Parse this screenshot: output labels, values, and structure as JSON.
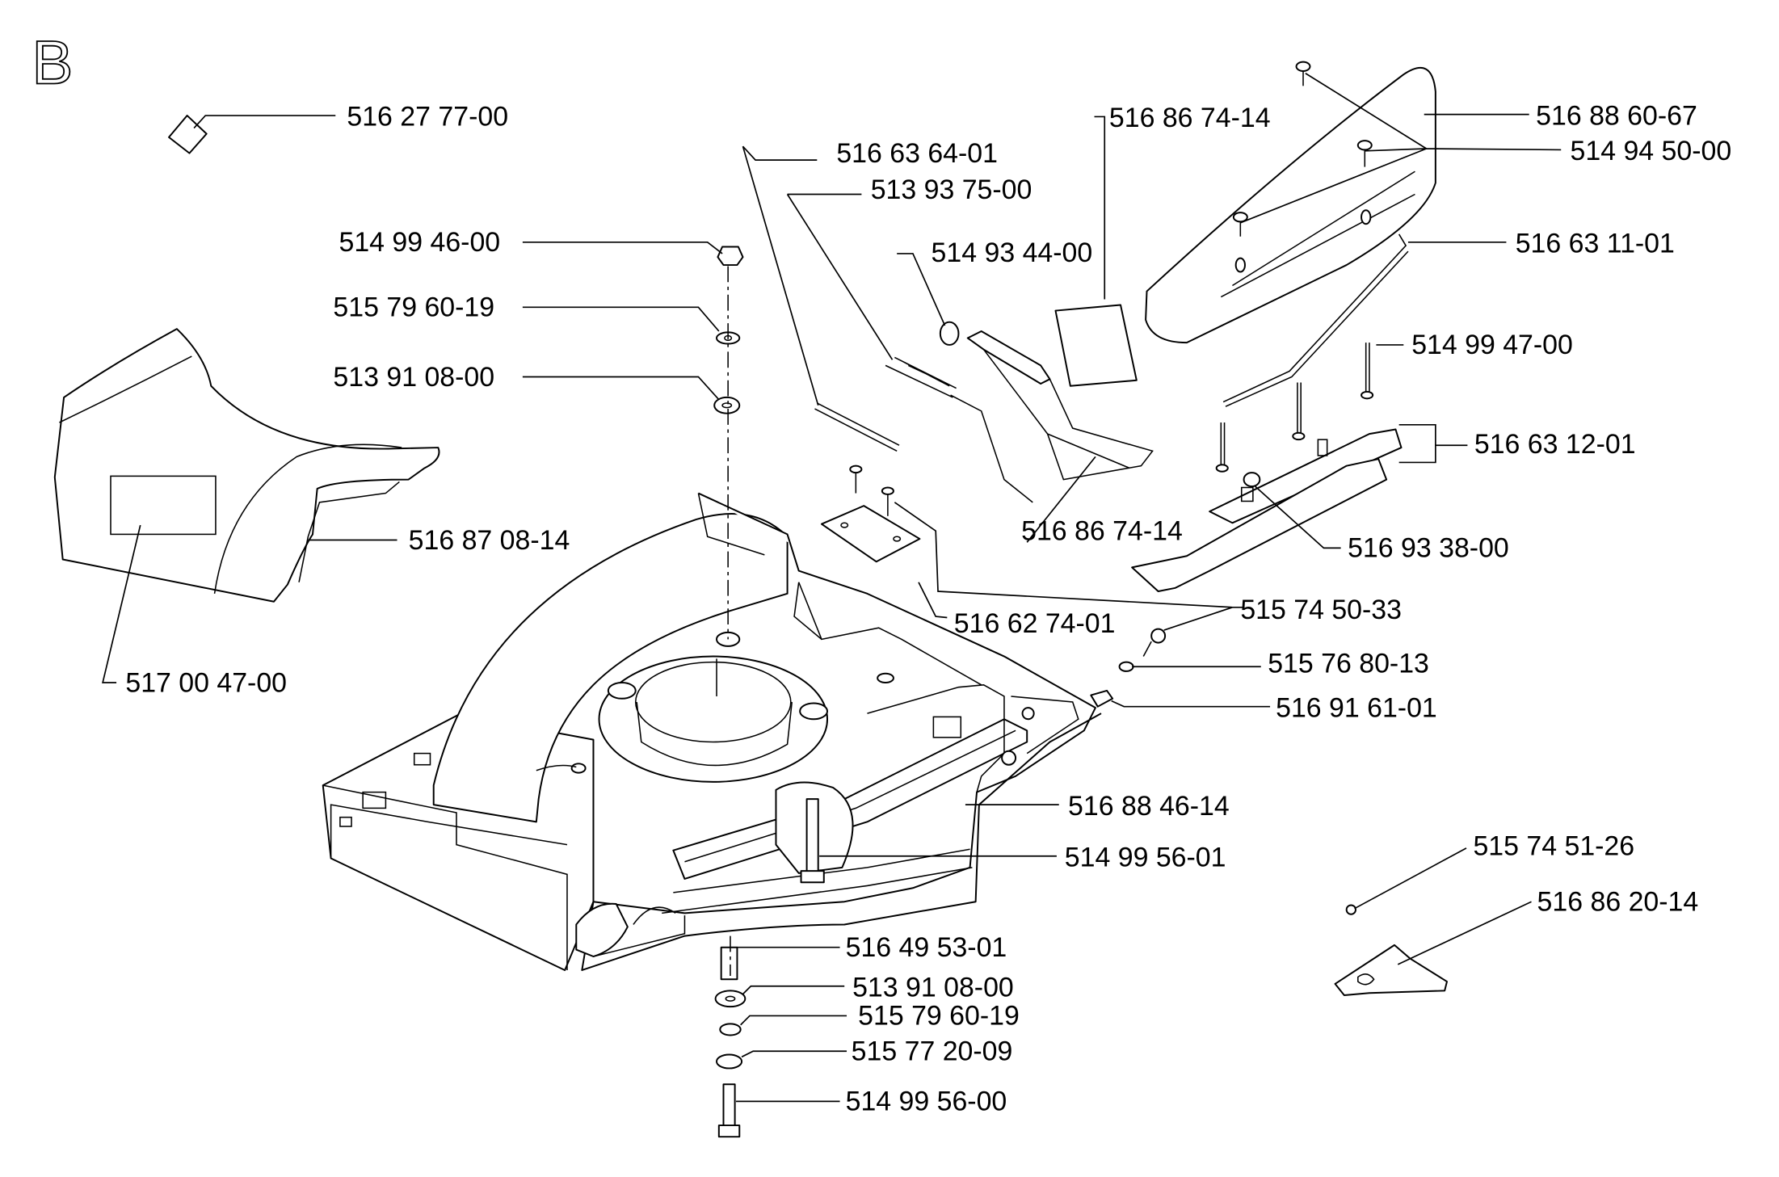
{
  "section_letter": "B",
  "callouts": [
    {
      "id": "c01",
      "text": "516 27 77-00"
    },
    {
      "id": "c02",
      "text": "516 86 74-14"
    },
    {
      "id": "c03",
      "text": "516 88 60-67"
    },
    {
      "id": "c04",
      "text": "514 94 50-00"
    },
    {
      "id": "c05",
      "text": "516 63 64-01"
    },
    {
      "id": "c06",
      "text": "513 93 75-00"
    },
    {
      "id": "c07",
      "text": "514 99 46-00"
    },
    {
      "id": "c08",
      "text": "514 93 44-00"
    },
    {
      "id": "c09",
      "text": "516 63 11-01"
    },
    {
      "id": "c10",
      "text": "515 79 60-19"
    },
    {
      "id": "c11",
      "text": "514 99 47-00"
    },
    {
      "id": "c12",
      "text": "513 91 08-00"
    },
    {
      "id": "c13",
      "text": "516 63 12-01"
    },
    {
      "id": "c14",
      "text": "516 87 08-14"
    },
    {
      "id": "c15",
      "text": "516 86 74-14"
    },
    {
      "id": "c16",
      "text": "516 93 38-00"
    },
    {
      "id": "c17",
      "text": "515 74 50-33"
    },
    {
      "id": "c18",
      "text": "516 62 74-01"
    },
    {
      "id": "c19",
      "text": "517 00 47-00"
    },
    {
      "id": "c20",
      "text": "515 76 80-13"
    },
    {
      "id": "c21",
      "text": "516 91 61-01"
    },
    {
      "id": "c22",
      "text": "516 88 46-14"
    },
    {
      "id": "c23",
      "text": "514 99 56-01"
    },
    {
      "id": "c24",
      "text": "515 74 51-26"
    },
    {
      "id": "c25",
      "text": "516 86 20-14"
    },
    {
      "id": "c26",
      "text": "516 49 53-01"
    },
    {
      "id": "c27",
      "text": "513 91 08-00"
    },
    {
      "id": "c28",
      "text": "515 79 60-19"
    },
    {
      "id": "c29",
      "text": "515 77 20-09"
    },
    {
      "id": "c30",
      "text": "514 99 56-00"
    }
  ]
}
